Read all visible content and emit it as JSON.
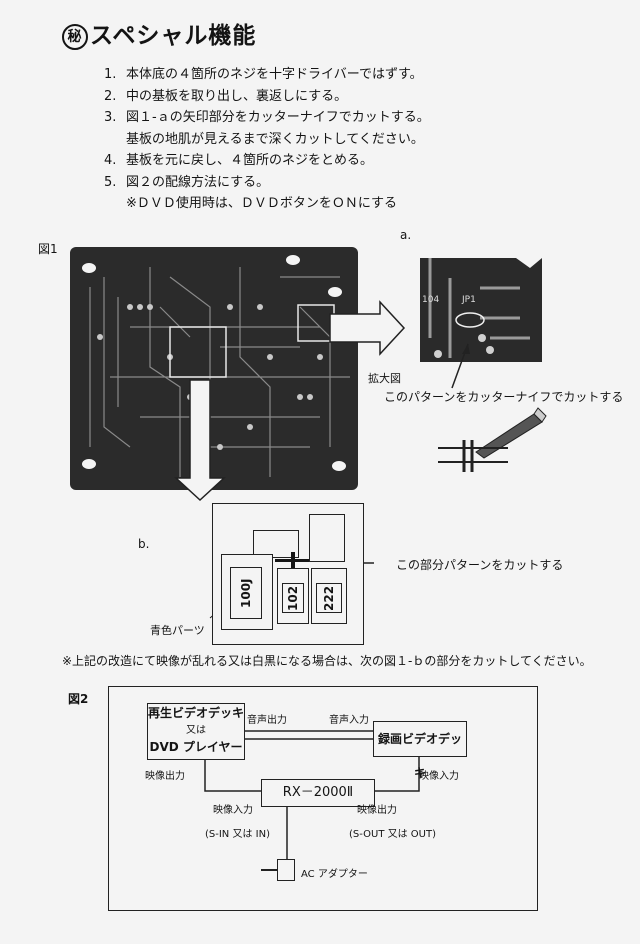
{
  "title": {
    "mark": "秘",
    "text": "スペシャル機能"
  },
  "steps": [
    {
      "num": "1.",
      "text": "本体底の４箇所のネジを十字ドライバーではずす。"
    },
    {
      "num": "2.",
      "text": "中の基板を取り出し、裏返しにする。"
    },
    {
      "num": "3.",
      "text": "図１-ａの矢印部分をカッターナイフでカットする。"
    },
    {
      "num": "",
      "text": "基板の地肌が見えるまで深くカットしてください。"
    },
    {
      "num": "4.",
      "text": "基板を元に戻し、４箇所のネジをとめる。"
    },
    {
      "num": "5.",
      "text": "図２の配線方法にする。"
    },
    {
      "num": "",
      "text": "※ＤＶＤ使用時は、ＤＶＤボタンをＯＮにする"
    }
  ],
  "fig1": {
    "label": "図1",
    "a_label": "a.",
    "b_label": "b.",
    "zoom_caption": "拡大図",
    "zoom_marks": {
      "left": "104",
      "right": "JP1"
    },
    "cut_note_a": "このパターンをカッターナイフでカットする",
    "cut_note_b": "この部分パターンをカットする",
    "blue_parts_label": "青色パーツ",
    "parts": [
      "100J",
      "102",
      "222"
    ]
  },
  "note": "※上記の改造にて映像が乱れる又は白黒になる場合は、次の図１-ｂの部分をカットしてください。",
  "fig2": {
    "label": "図2",
    "player": {
      "line1": "再生ビデオデッキ",
      "line2": "又は",
      "line3": "DVD プレイヤー"
    },
    "recorder": "録画ビデオデッキ",
    "device": "RX－2000Ⅱ",
    "adapter": "AC アダプター",
    "labels": {
      "audio_out": "音声出力",
      "audio_in": "音声入力",
      "video_out_left": "映像出力",
      "video_in_right": "映像入力",
      "video_in_device": "映像入力",
      "video_out_device": "映像出力",
      "s_in": "(S-IN 又は IN)",
      "s_out": "(S-OUT 又は OUT)"
    }
  }
}
